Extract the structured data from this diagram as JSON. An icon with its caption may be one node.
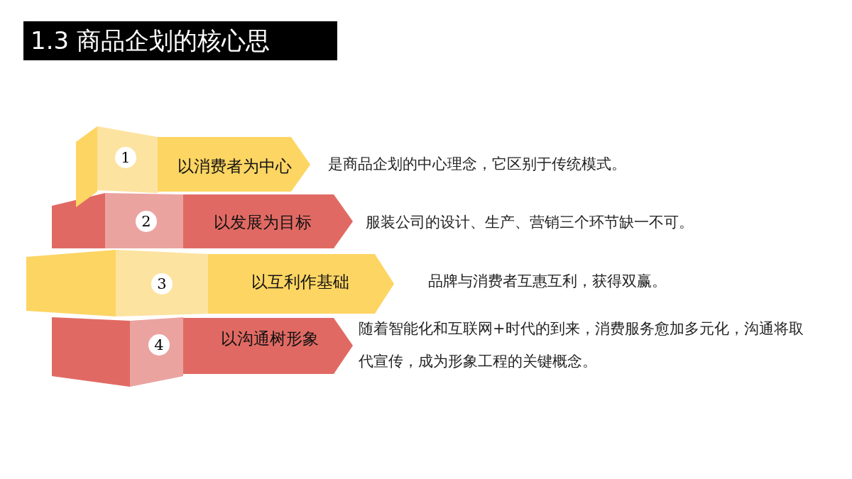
{
  "diagram": {
    "title": "1.3 商品企划的核心思",
    "nodes": [
      {
        "text": [
          "1",
          "以消费者为中心"
        ],
        "beside": [
          "是商品企划的中心理念，它区别于传统模式。"
        ]
      },
      {
        "text": [
          "2",
          "以发展为目标"
        ],
        "beside": [
          "服装公司的设计、生产、营销三个环节缺一不可。"
        ]
      },
      {
        "text": [
          "3",
          "以互利作基础"
        ],
        "beside": [
          "品牌与消费者互惠互利，获得双赢。"
        ]
      },
      {
        "text": [
          "4",
          "以沟通树形象"
        ],
        "beside": [
          "随着智能化和互联网+时代的到来，消费服务愈加多元化，沟通将取代宣传，成为形象工程的关键概念。"
        ]
      },
      {
        "text": [],
        "shape": "box"
      },
      {
        "text": [],
        "shape": "box"
      },
      {
        "text": [],
        "shape": "box"
      },
      {
        "text": [],
        "shape": "box"
      }
    ]
  }
}
